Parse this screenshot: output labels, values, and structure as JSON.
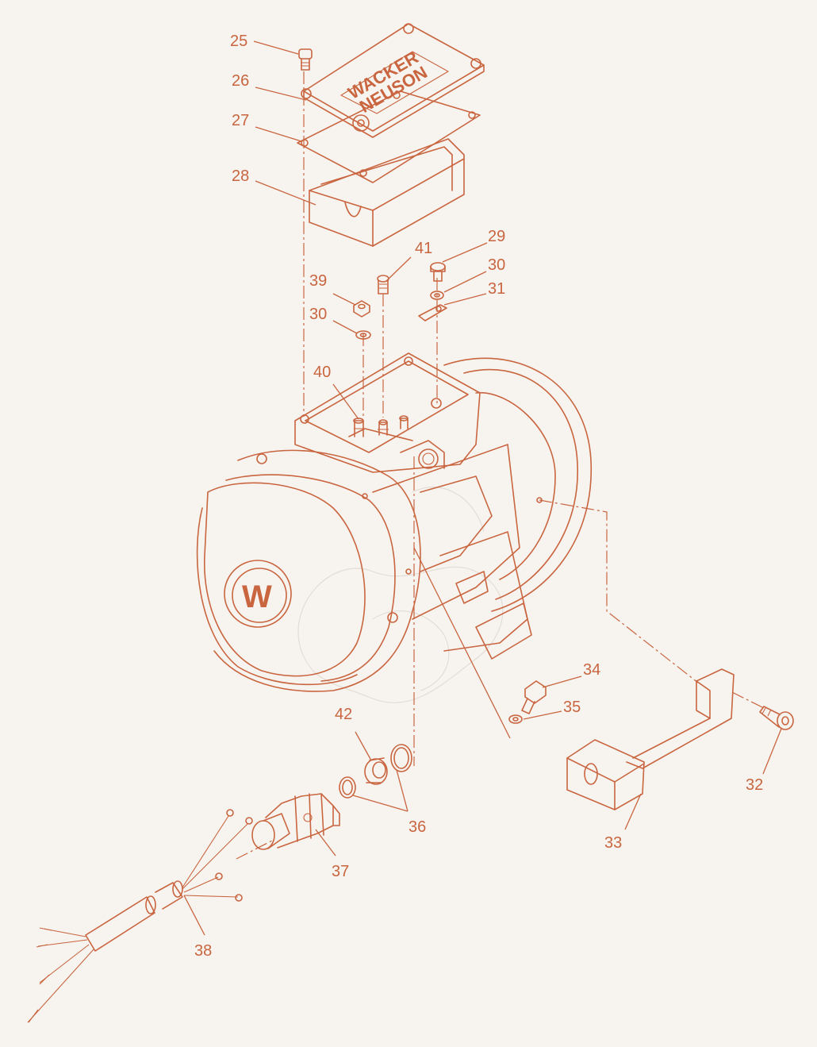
{
  "colors": {
    "line": "#c9653f",
    "background": "#f7f4f0",
    "watermark": "#e3dcd4"
  },
  "brand": {
    "line1": "WACKER",
    "line2": "NEUSON",
    "logo_letter": "W"
  },
  "callouts": {
    "c25": "25",
    "c26": "26",
    "c27": "27",
    "c28": "28",
    "c29": "29",
    "c30a": "30",
    "c30b": "30",
    "c31": "31",
    "c32": "32",
    "c33": "33",
    "c34": "34",
    "c35": "35",
    "c36": "36",
    "c37": "37",
    "c38": "38",
    "c39": "39",
    "c40": "40",
    "c41": "41",
    "c42": "42"
  }
}
